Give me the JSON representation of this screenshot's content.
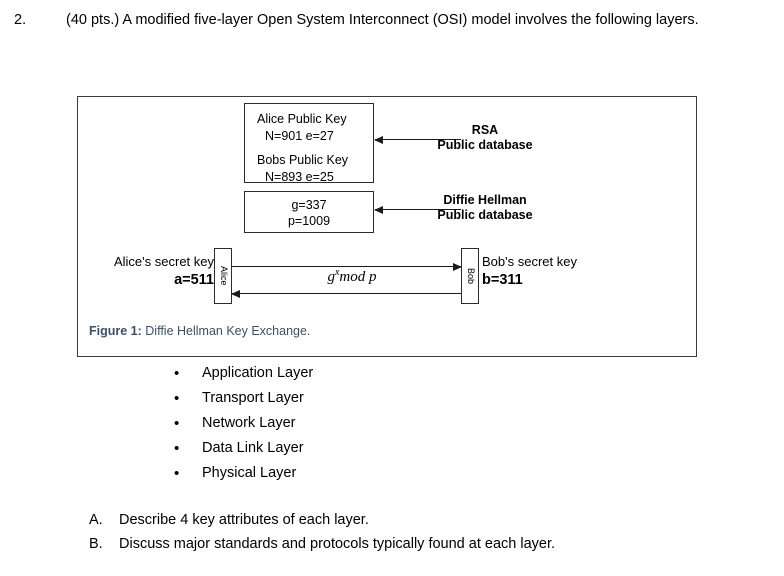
{
  "question": {
    "number": "2.",
    "text": "(40 pts.) A modified five-layer Open System Interconnect (OSI) model involves the following layers."
  },
  "figure": {
    "caption_label": "Figure 1:",
    "caption_text": " Diffie Hellman Key Exchange.",
    "caption_color": "#3a5069",
    "border_color": "#3b3b3b",
    "rsa_box": {
      "line1": "Alice Public Key",
      "line2": "N=901   e=27",
      "line3": "Bobs Public Key",
      "line4": "N=893   e=25"
    },
    "rsa_label": {
      "line1": "RSA",
      "line2": "Public database"
    },
    "dh_box": {
      "line1": "g=337",
      "line2": "p=1009"
    },
    "dh_label": {
      "line1": "Diffie Hellman",
      "line2": "Public database"
    },
    "alice": {
      "box_label": "Alice",
      "caption": "Alice's secret key",
      "value": "a=511"
    },
    "bob": {
      "box_label": "Bob",
      "caption": "Bob's secret key",
      "value": "b=311"
    },
    "formula": {
      "base": "g",
      "exponent": "x",
      "rest": "mod p"
    }
  },
  "layers": [
    {
      "label": "Application Layer"
    },
    {
      "label": "Transport Layer"
    },
    {
      "label": "Network Layer"
    },
    {
      "label": "Data Link Layer"
    },
    {
      "label": "Physical Layer"
    }
  ],
  "sub_questions": [
    {
      "letter": "A.",
      "text": "Describe 4 key attributes of each layer."
    },
    {
      "letter": "B.",
      "text": "Discuss major standards and protocols typically found at each layer."
    }
  ]
}
